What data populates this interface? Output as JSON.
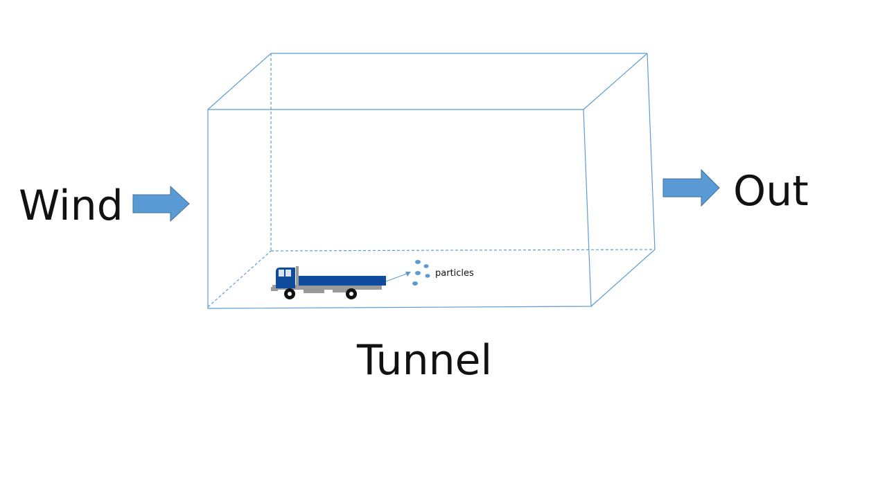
{
  "labels": {
    "wind": "Wind",
    "out": "Out",
    "tunnel": "Tunnel",
    "particles": "particles"
  },
  "icons": {
    "inlet_arrow": "right-arrow-icon",
    "outlet_arrow": "right-arrow-icon",
    "vehicle": "truck-icon",
    "particles": "particle-dots-icon"
  },
  "colors": {
    "box_edge": "#5b9bd5",
    "arrow_fill": "#5b9bd5",
    "arrow_stroke": "#41719c",
    "truck_body": "#0f4c9e",
    "truck_chassis": "#9a9a9a",
    "particle": "#5b9bd5",
    "text": "#111111"
  }
}
